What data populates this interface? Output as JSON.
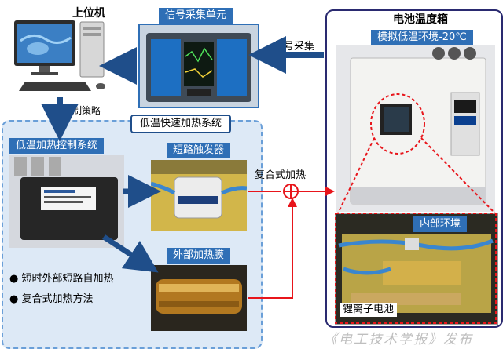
{
  "pc": {
    "label": "上位机"
  },
  "signal_unit": {
    "label": "信号采集单元"
  },
  "signal_collect": {
    "label": "信号采集"
  },
  "control_strategy": {
    "label": "控制策略"
  },
  "battery_chamber": {
    "label": "电池温度箱",
    "env_label": "模拟低温环境-20℃",
    "inner_label": "内部环境",
    "battery_label": "锂离子电池"
  },
  "heating_system": {
    "title": "低温快速加热系统",
    "controller_label": "低温加热控制系统",
    "short_trigger_label": "短路触发器",
    "film_label": "外部加热膜",
    "bullets": [
      "短时外部短路自加热",
      "复合式加热方法"
    ]
  },
  "composite_heating": {
    "label": "复合式加热"
  },
  "watermark": {
    "text": "《电工技术学报》发布"
  },
  "colors": {
    "arrow": "#e8151b",
    "blue": "#2f6fb6",
    "panel_bg": "#dde9f6",
    "dark_arrow": "#1f4e8a"
  }
}
